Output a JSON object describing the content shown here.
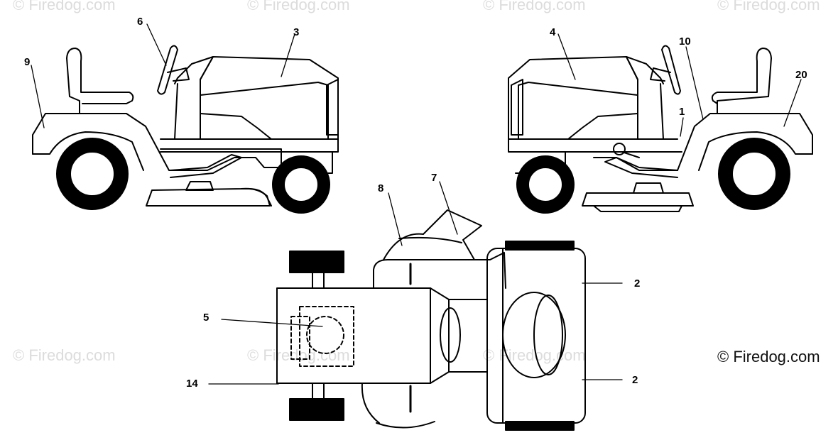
{
  "watermark": "© Firedog.com",
  "brand": "© Firedog.com",
  "callouts": {
    "c1": "1",
    "c2a": "2",
    "c2b": "2",
    "c3": "3",
    "c4": "4",
    "c5": "5",
    "c6": "6",
    "c7": "7",
    "c8": "8",
    "c9": "9",
    "c10": "10",
    "c14": "14",
    "c20": "20"
  },
  "colors": {
    "line": "#000000",
    "watermark": "#dcdcdc"
  }
}
